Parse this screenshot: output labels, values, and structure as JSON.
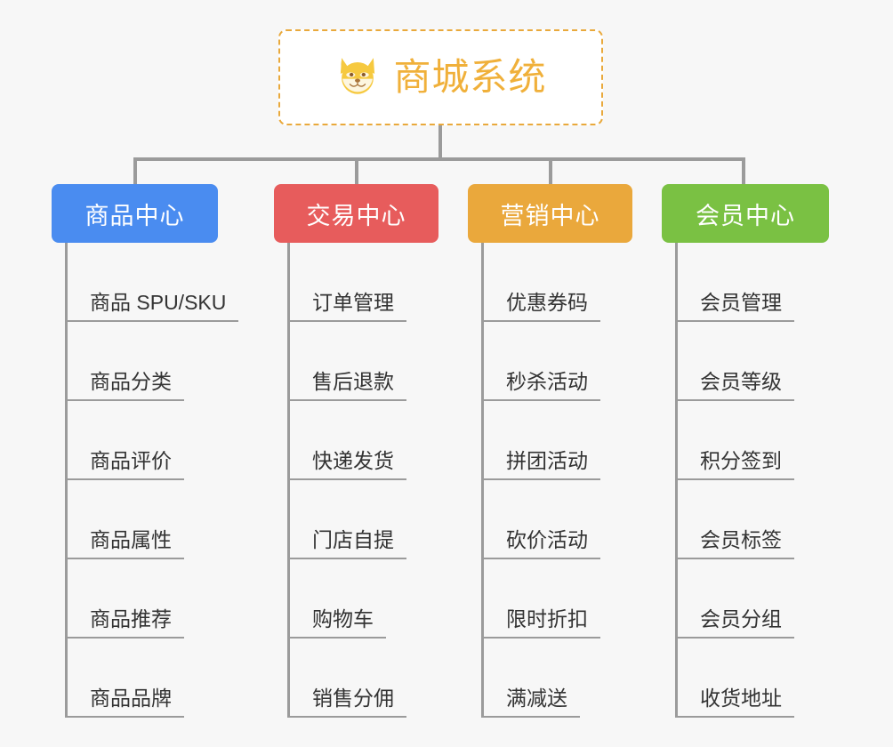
{
  "page": {
    "background_color": "#f7f7f7",
    "connector_color": "#9b9b9b",
    "type": "mind-map"
  },
  "root": {
    "title": "商城系统",
    "icon": "shiba-dog-face-icon",
    "border_color": "#e9a93c",
    "text_color": "#f0b03a",
    "background_color": "#ffffff"
  },
  "branches": [
    {
      "label": "商品中心",
      "color": "#4a8cf0",
      "items": [
        {
          "label": "商品 SPU/SKU"
        },
        {
          "label": "商品分类"
        },
        {
          "label": "商品评价"
        },
        {
          "label": "商品属性"
        },
        {
          "label": "商品推荐"
        },
        {
          "label": "商品品牌"
        }
      ]
    },
    {
      "label": "交易中心",
      "color": "#e75c5c",
      "items": [
        {
          "label": "订单管理"
        },
        {
          "label": "售后退款"
        },
        {
          "label": "快递发货"
        },
        {
          "label": "门店自提"
        },
        {
          "label": "购物车"
        },
        {
          "label": "销售分佣"
        }
      ]
    },
    {
      "label": "营销中心",
      "color": "#eaa83c",
      "items": [
        {
          "label": "优惠券码"
        },
        {
          "label": "秒杀活动"
        },
        {
          "label": "拼团活动"
        },
        {
          "label": "砍价活动"
        },
        {
          "label": "限时折扣"
        },
        {
          "label": "满减送"
        }
      ]
    },
    {
      "label": "会员中心",
      "color": "#7ac143",
      "items": [
        {
          "label": "会员管理"
        },
        {
          "label": "会员等级"
        },
        {
          "label": "积分签到"
        },
        {
          "label": "会员标签"
        },
        {
          "label": "会员分组"
        },
        {
          "label": "收货地址"
        }
      ]
    }
  ]
}
